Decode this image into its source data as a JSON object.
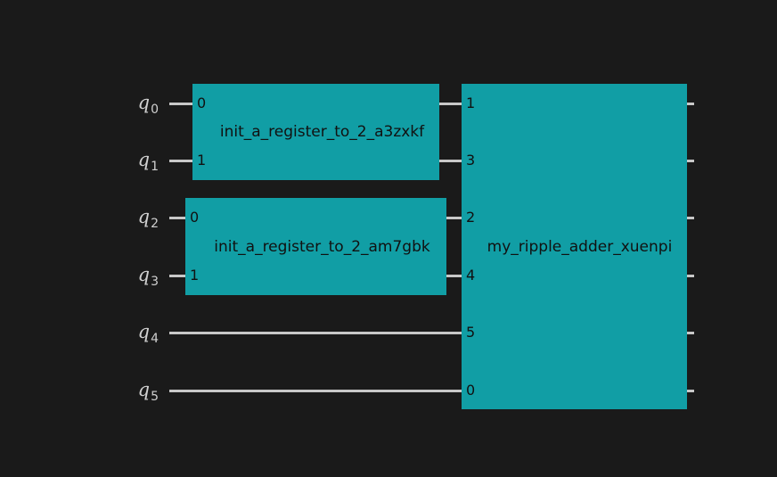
{
  "qubits": [
    {
      "label": "q",
      "index": "0"
    },
    {
      "label": "q",
      "index": "1"
    },
    {
      "label": "q",
      "index": "2"
    },
    {
      "label": "q",
      "index": "3"
    },
    {
      "label": "q",
      "index": "4"
    },
    {
      "label": "q",
      "index": "5"
    }
  ],
  "gates": [
    {
      "name": "init_a_register_to_2_a3zxkf",
      "color": "#119ea5",
      "qubits": [
        0,
        1
      ],
      "ports": [
        "0",
        "1"
      ]
    },
    {
      "name": "init_a_register_to_2_am7gbk",
      "color": "#119ea5",
      "qubits": [
        2,
        3
      ],
      "ports": [
        "0",
        "1"
      ]
    },
    {
      "name": "my_ripple_adder_xuenpi",
      "color": "#119ea5",
      "qubits": [
        0,
        1,
        2,
        3,
        4,
        5
      ],
      "ports": [
        "1",
        "3",
        "2",
        "4",
        "5",
        "0"
      ]
    }
  ],
  "colors": {
    "background": "#1a1a1a",
    "wire": "#c8c8c8",
    "text": "#d0d0d0"
  }
}
